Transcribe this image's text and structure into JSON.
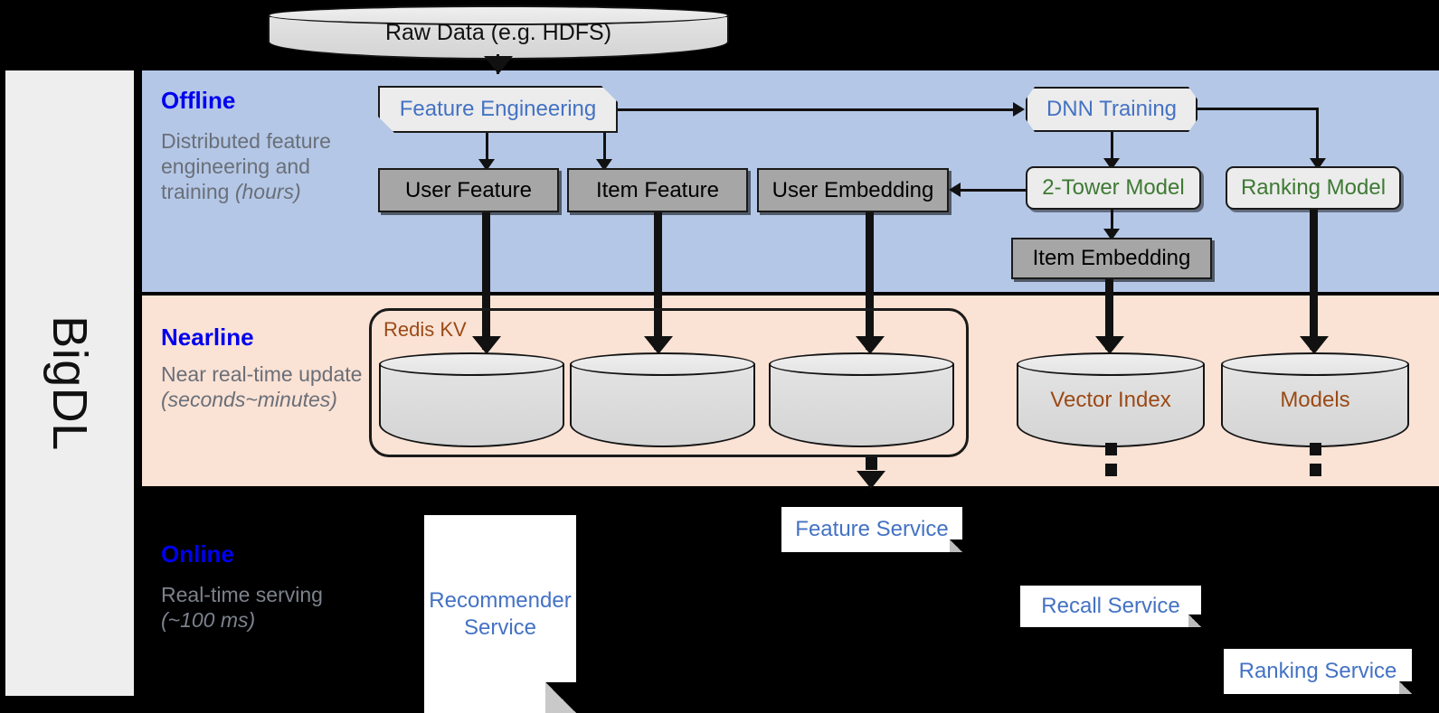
{
  "framework": {
    "name": "BigDL"
  },
  "bands": {
    "offline": {
      "title": "Offline",
      "subtitle": "Distributed feature engineering and training ",
      "emphasis": "(hours)"
    },
    "nearline": {
      "title": "Nearline",
      "subtitle": "Near real-time update ",
      "emphasis": "(seconds~minutes)"
    },
    "online": {
      "title": "Online",
      "subtitle": "Real-time serving ",
      "emphasis": "(~100 ms)"
    }
  },
  "nodes": {
    "raw_data": "Raw Data (e.g. HDFS)",
    "feature_engineering": "Feature Engineering",
    "dnn_training": "DNN Training",
    "user_feature": "User Feature",
    "item_feature": "Item Feature",
    "user_embedding": "User Embedding",
    "two_tower_model": "2-Tower Model",
    "ranking_model": "Ranking Model",
    "item_embedding": "Item Embedding",
    "redis_kv": "Redis KV",
    "vector_index": "Vector Index",
    "models": "Models",
    "recommender_service": "Recommender Service",
    "feature_service": "Feature Service",
    "recall_service": "Recall Service",
    "ranking_service": "Ranking Service"
  },
  "colors": {
    "offline_band": "#b4c7e7",
    "nearline_band": "#fae2d5",
    "online_band": "#000000",
    "rail": "#eeeeee",
    "band_title": "#0000ee",
    "band_subtitle": "#6a6f78",
    "blue_text": "#4472c4",
    "green_text": "#3e7a34",
    "brown_text": "#9b4a16",
    "gray_box": "#a6a6a6",
    "light_box": "#ececec",
    "stroke": "#1a1a1a"
  }
}
